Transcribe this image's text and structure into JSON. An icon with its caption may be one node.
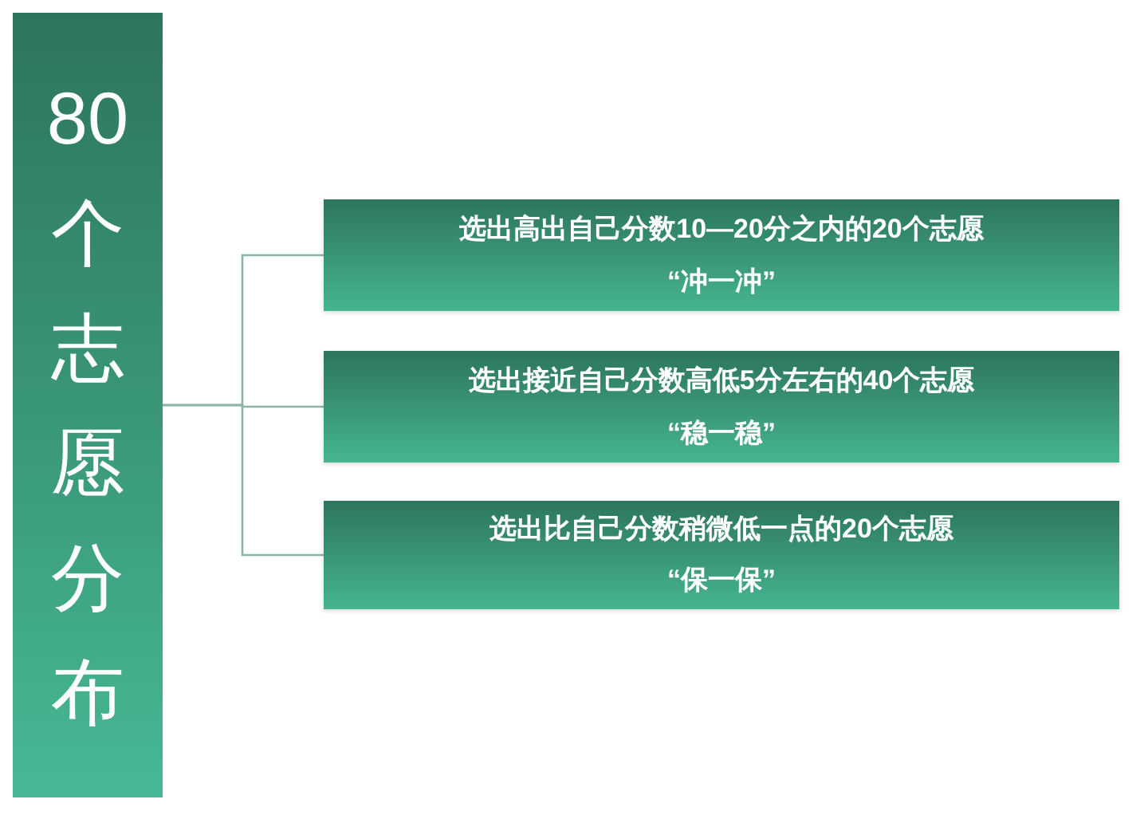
{
  "diagram": {
    "nodes": [
      {
        "text": [
          "80个志愿分布"
        ]
      },
      {
        "text": [
          "选出高出自己分数10—20分之内的20个志愿",
          "“冲一冲”"
        ]
      },
      {
        "text": [
          "选出接近自己分数高低5分左右的40个志愿",
          "“稳一稳”"
        ]
      },
      {
        "text": [
          "选出比自己分数稍微低一点的20个志愿",
          "“保一保”"
        ]
      }
    ],
    "edges": [
      {
        "from": 0,
        "to": 1,
        "arrow": "none"
      },
      {
        "from": 0,
        "to": 2,
        "arrow": "none"
      },
      {
        "from": 0,
        "to": 3,
        "arrow": "none"
      }
    ]
  }
}
